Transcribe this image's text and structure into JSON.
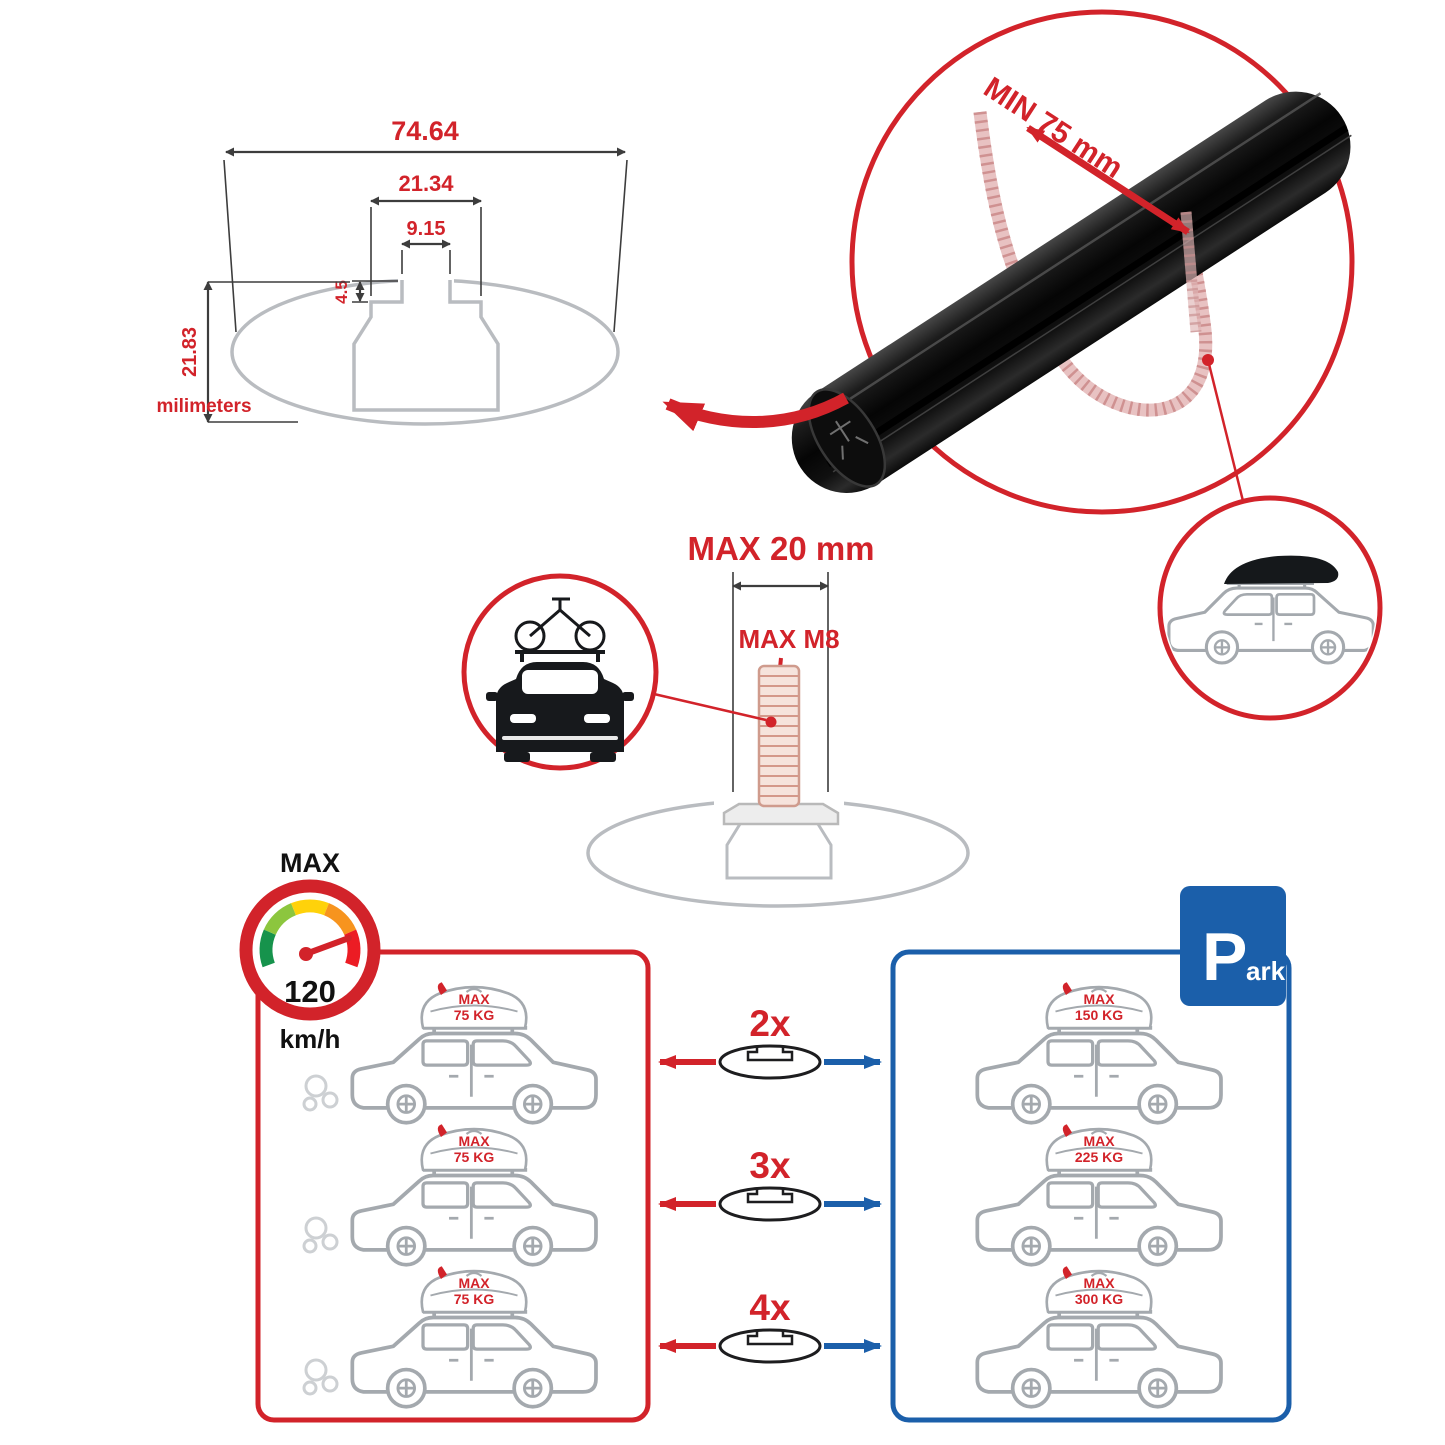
{
  "colors": {
    "accent_red": "#d2232a",
    "accent_blue": "#1b5faa",
    "outline_gray": "#a4a9ae"
  },
  "dimension_diagram": {
    "total_width": "74.64",
    "channel_outer_width": "21.34",
    "channel_opening_width": "9.15",
    "lip_height": "4.5",
    "total_height": "21.83",
    "unit_label": "milimeters"
  },
  "crossbar_detail": {
    "min_clamp_span": "MIN 75 mm"
  },
  "bolt_detail": {
    "max_length": "MAX 20 mm",
    "max_thread": "MAX M8"
  },
  "speedometer": {
    "top_label": "MAX",
    "value": "120",
    "unit": "km/h"
  },
  "driving_panel": {
    "cars": [
      {
        "load_label": "MAX",
        "load_value": "75 KG"
      },
      {
        "load_label": "MAX",
        "load_value": "75 KG"
      },
      {
        "load_label": "MAX",
        "load_value": "75 KG"
      }
    ]
  },
  "parked_panel": {
    "cars": [
      {
        "load_label": "MAX",
        "load_value": "150 KG"
      },
      {
        "load_label": "MAX",
        "load_value": "225 KG"
      },
      {
        "load_label": "MAX",
        "load_value": "300 KG"
      }
    ]
  },
  "multipliers": [
    {
      "label": "2x"
    },
    {
      "label": "3x"
    },
    {
      "label": "4x"
    }
  ],
  "park_sign": {
    "letter": "P",
    "rest": "ark"
  }
}
